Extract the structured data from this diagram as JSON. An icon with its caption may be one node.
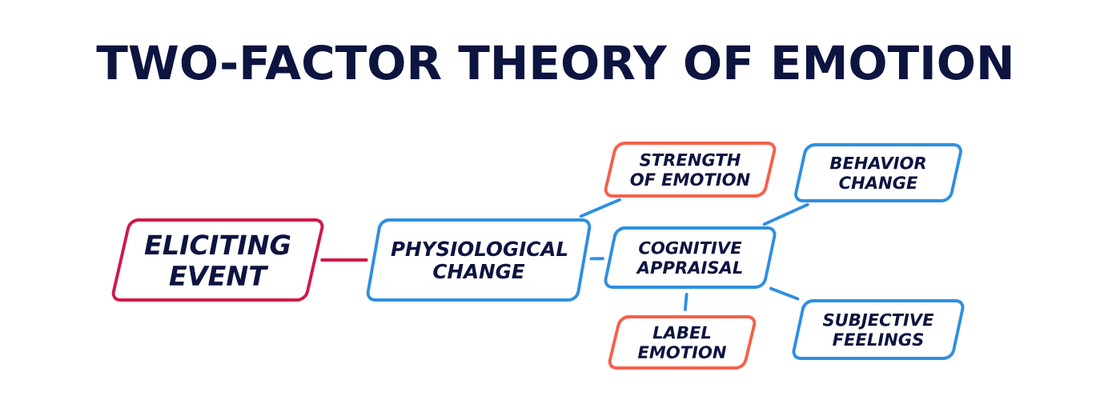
{
  "diagram": {
    "title": "TWO-FACTOR THEORY OF EMOTION",
    "nodes": [
      {
        "text": [
          "ELICITING EVENT"
        ]
      },
      {
        "text": [
          "PHYSIOLOGICAL CHANGE"
        ]
      },
      {
        "text": [
          "STRENGTH OF EMOTION"
        ]
      },
      {
        "text": [
          "BEHAVIOR CHANGE"
        ]
      },
      {
        "text": [
          "COGNITIVE APPRAISAL"
        ]
      },
      {
        "text": [
          "LABEL EMOTION"
        ]
      },
      {
        "text": [
          "SUBJECTIVE FEELINGS"
        ]
      }
    ],
    "edges": [
      {
        "from": 0,
        "to": 1,
        "arrow": "none",
        "color": "#d0184a"
      },
      {
        "from": 1,
        "to": 2,
        "arrow": "none"
      },
      {
        "from": 1,
        "to": 4,
        "arrow": "none"
      },
      {
        "from": 4,
        "to": 3,
        "arrow": "none"
      },
      {
        "from": 4,
        "to": 6,
        "arrow": "none"
      },
      {
        "from": 4,
        "to": 5,
        "arrow": "none"
      }
    ]
  }
}
